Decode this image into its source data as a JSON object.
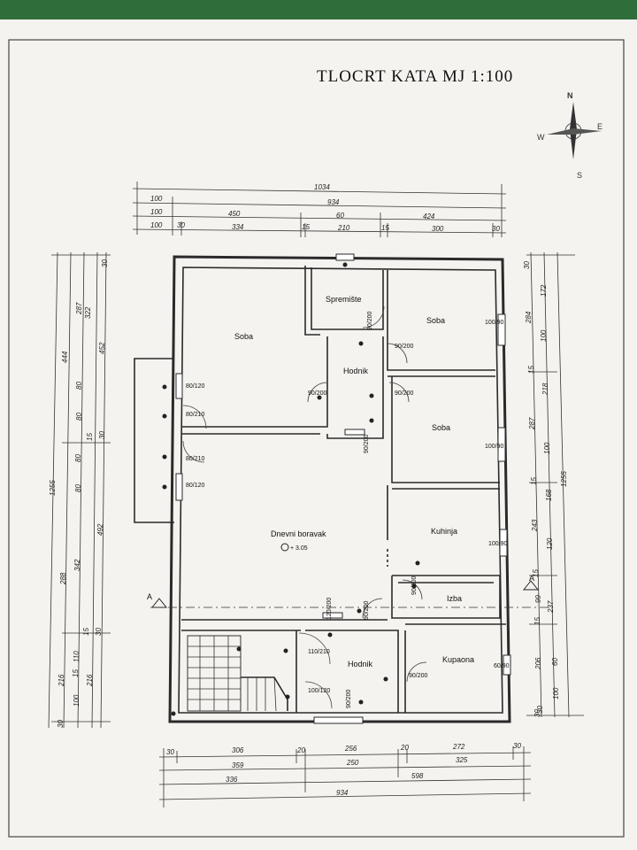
{
  "title": "TLOCRT KATA  MJ 1:100",
  "compass": {
    "n": "N",
    "e": "E",
    "s": "S",
    "w": "W"
  },
  "rooms": {
    "soba1": "Soba",
    "spremiste": "Spremište",
    "soba2": "Soba",
    "hodnik1": "Hodnik",
    "soba3": "Soba",
    "dnevni": "Dnevni boravak",
    "level": "+ 3.05",
    "kuhinja": "Kuhinja",
    "izba": "Izba",
    "hodnik2": "Hodnik",
    "kupaona": "Kupaona"
  },
  "section_marks": [
    "A",
    "A"
  ],
  "top_dims": {
    "row1": [
      "1034"
    ],
    "row2": [
      "100",
      "934"
    ],
    "row3": [
      "100",
      "450",
      "60",
      "424"
    ],
    "row4": [
      "100",
      "30",
      "334",
      "15",
      "210",
      "15",
      "300",
      "30"
    ]
  },
  "bottom_dims": {
    "row1": [
      "30",
      "306",
      "20",
      "256",
      "20",
      "272",
      "30"
    ],
    "row2": [
      "359",
      "250",
      "325"
    ],
    "row3": [
      "336",
      "598"
    ],
    "row4": [
      "934"
    ]
  },
  "left_dims": {
    "outer": [
      "1255"
    ],
    "col2": [
      "444",
      "288",
      "216",
      "30"
    ],
    "col3": [
      "287",
      "80",
      "80",
      "80",
      "80",
      "342",
      "110",
      "100"
    ],
    "col4": [
      "322",
      "452",
      "492",
      "216"
    ],
    "small": [
      "30",
      "15",
      "30",
      "30",
      "15",
      "15"
    ]
  },
  "right_dims": {
    "outer": [
      "1255"
    ],
    "col2": [
      "284",
      "287",
      "243",
      "237",
      "206",
      "30"
    ],
    "col3": [
      "172",
      "100",
      "218",
      "100",
      "168",
      "120",
      "99",
      "60",
      "100"
    ],
    "small": [
      "30",
      "15",
      "15",
      "15",
      "15",
      "30"
    ]
  },
  "doors": [
    "90/200",
    "90/200",
    "90/200",
    "90/200",
    "80/120",
    "80/210",
    "80/210",
    "80/120",
    "90/200",
    "120/200",
    "90/200",
    "90/200",
    "110/210",
    "100/120",
    "90/200",
    "90/200"
  ],
  "windows": [
    "100/90",
    "100/90",
    "100/90",
    "60/90"
  ]
}
